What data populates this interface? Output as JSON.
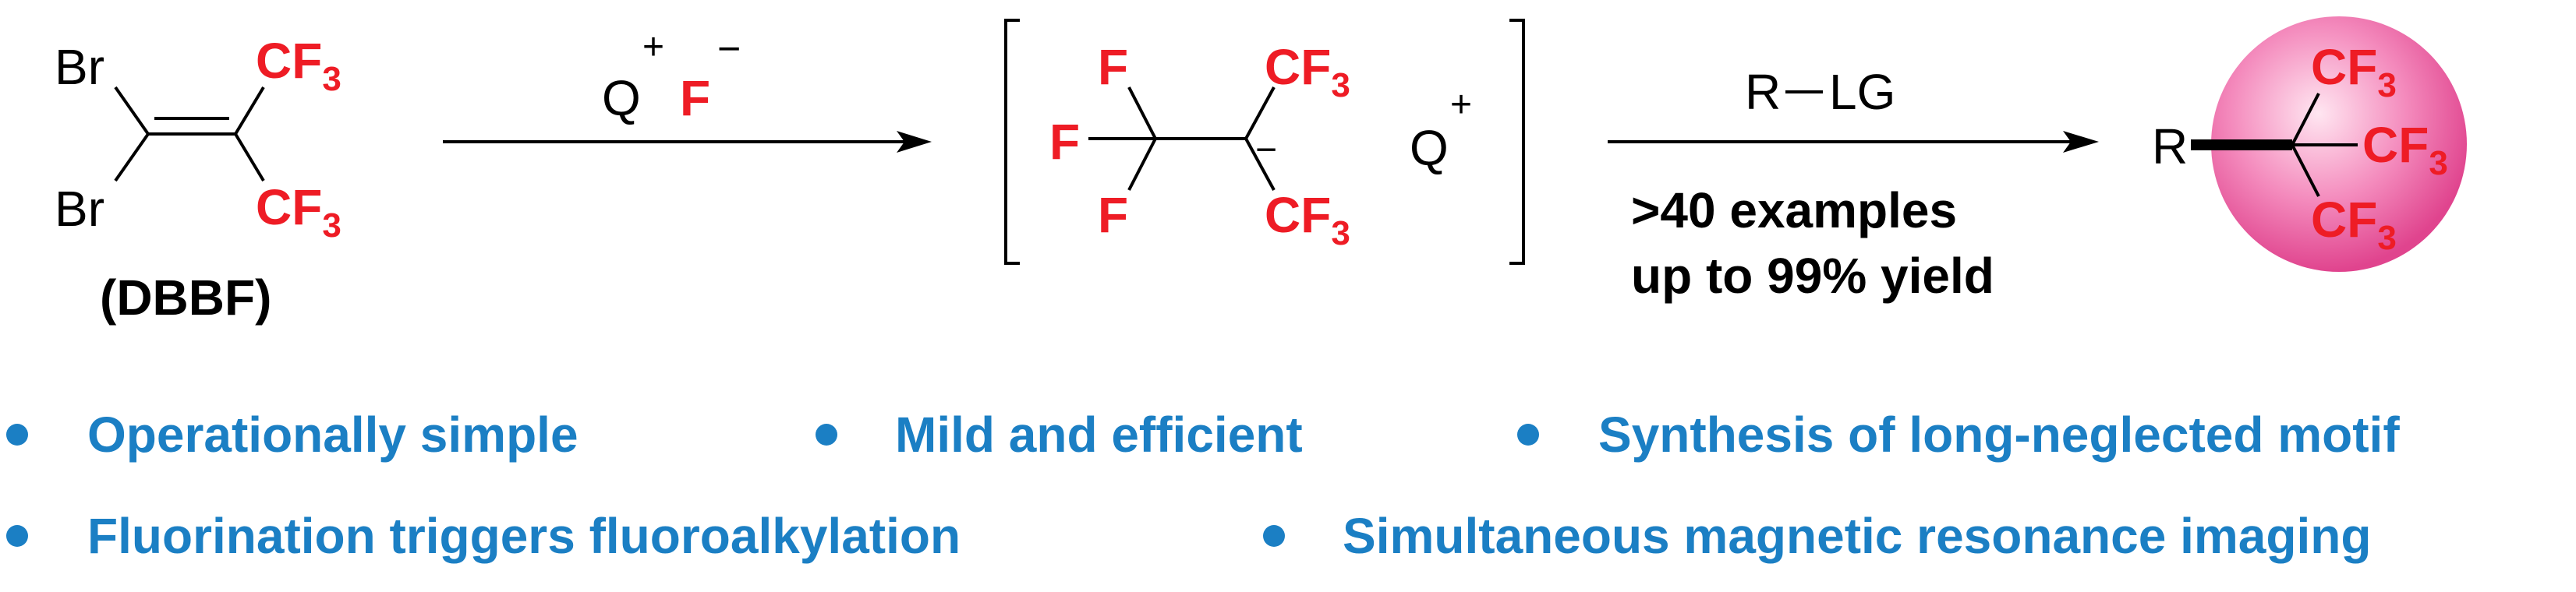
{
  "colors": {
    "black": "#000000",
    "red": "#ee1c25",
    "blue": "#1b7fc4",
    "sphere": "#f06aa7"
  },
  "dbbf": {
    "br_top": "Br",
    "br_bottom": "Br",
    "cf3_top": "CF",
    "cf3_bottom": "CF",
    "sub3": "3",
    "label": "(DBBF)"
  },
  "reagent1": {
    "q": "Q",
    "plus": "+",
    "f": "F",
    "minus": "−"
  },
  "intermediate": {
    "f_top": "F",
    "f_left": "F",
    "f_bottom": "F",
    "cf3_top": "CF",
    "cf3_bottom": "CF",
    "sub3": "3",
    "charge": "−",
    "q": "Q",
    "plus": "+"
  },
  "reagent2": {
    "r": "R",
    "lg": "LG",
    "examples": ">40 examples",
    "yield": "up to 99% yield"
  },
  "product": {
    "r": "R",
    "cf3_1": "CF",
    "cf3_2": "CF",
    "cf3_3": "CF",
    "sub3": "3"
  },
  "features": [
    "Operationally simple",
    "Mild and efficient",
    "Synthesis of long-neglected motif",
    "Fluorination triggers fluoroalkylation",
    "Simultaneous magnetic resonance imaging"
  ]
}
